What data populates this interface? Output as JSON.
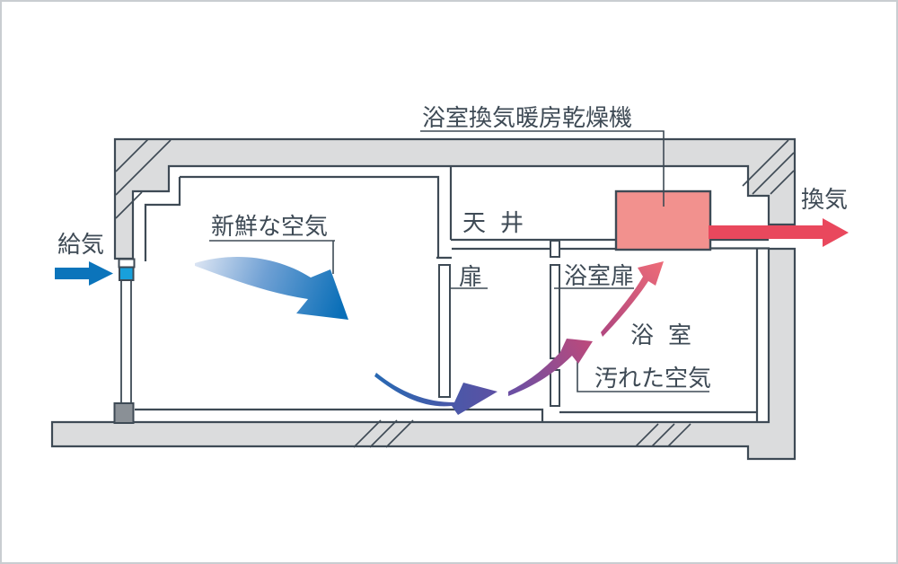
{
  "title": "浴室換気暖房乾燥機",
  "labels": {
    "supply": "給気",
    "exhaust": "換気",
    "fresh_air": "新鮮な空気",
    "ceiling": "天井",
    "door": "扉",
    "bathroom_door": "浴室扉",
    "bathroom": "浴室",
    "dirty_air": "汚れた空気",
    "unit": "浴室換気暖房乾燥機"
  },
  "colors": {
    "wall_gray": "#DBDCDD",
    "line_dark": "#3E4A55",
    "unit_pink": "#F2918E",
    "exhaust_red": "#E9485D",
    "supply_blue": "#0B74BB",
    "vent_blue": "#18A0DC",
    "sill_gray": "#8A9096",
    "fresh_tail": "#D9E3F2",
    "fresh_head": "#0A6FB8",
    "flow1_tail": "#2968B2",
    "flow1_head": "#5C50A3",
    "flow2_tail": "#6C4FA3",
    "flow2_head": "#B94A7D",
    "flow3_tail": "#B4497F",
    "flow3_head": "#EB6A78",
    "border": "#C9CDD1"
  }
}
